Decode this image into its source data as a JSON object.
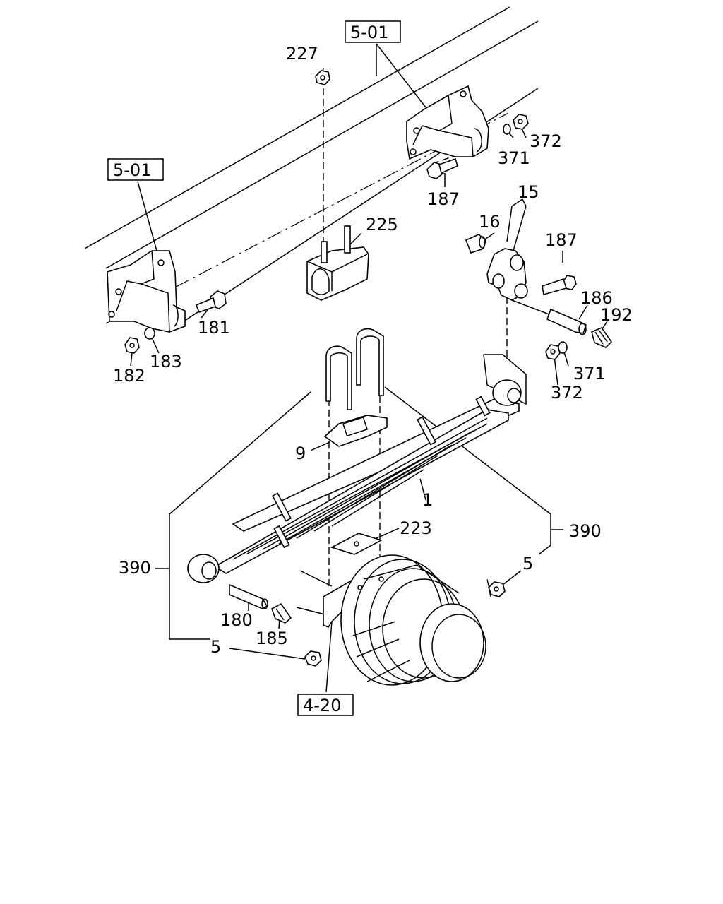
{
  "refs": {
    "r5_01_top": "5-01",
    "r5_01_left": "5-01",
    "r4_20": "4-20"
  },
  "labels": {
    "p227": "227",
    "p225": "225",
    "p372_top": "372",
    "p371_top": "371",
    "p187_top": "187",
    "p15": "15",
    "p16": "16",
    "p187_right": "187",
    "p186": "186",
    "p192": "192",
    "p181": "181",
    "p183": "183",
    "p182": "182",
    "p371_right": "371",
    "p372_right": "372",
    "p9": "9",
    "p1": "1",
    "p223": "223",
    "p390_right": "390",
    "p5_right": "5",
    "p390_left": "390",
    "p180": "180",
    "p185": "185",
    "p5_left": "5"
  }
}
